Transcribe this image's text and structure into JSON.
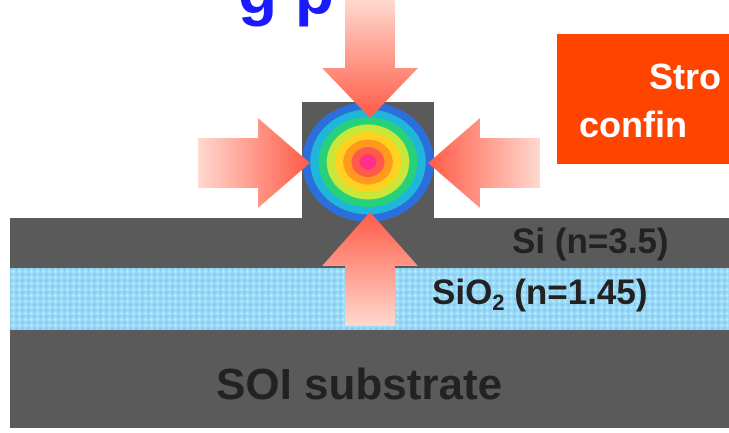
{
  "title_fragment": "g p",
  "callout": {
    "line1": "Stro",
    "line2": "confin",
    "color": "#ff4400"
  },
  "layers": {
    "si": {
      "label_main": "Si (n=3.5)",
      "color": "#5a5a5a"
    },
    "sio2": {
      "label_prefix": "SiO",
      "label_sub": "2",
      "label_suffix": " (n=1.45)",
      "color": "#9ad8f5"
    },
    "substrate": {
      "label": "SOI substrate",
      "color": "#5a5a5a"
    }
  },
  "waveguide": {
    "color": "#5a5a5a"
  },
  "mode_profile": {
    "rings": [
      "#2a6fdb",
      "#1fb6d9",
      "#27d17a",
      "#c9e63b",
      "#ffd21f",
      "#ff9a1f",
      "#ff5a4a",
      "#ff2f8a"
    ]
  },
  "arrows": {
    "color": "#ff7a6a",
    "directions": [
      "down",
      "right",
      "left",
      "up"
    ]
  }
}
